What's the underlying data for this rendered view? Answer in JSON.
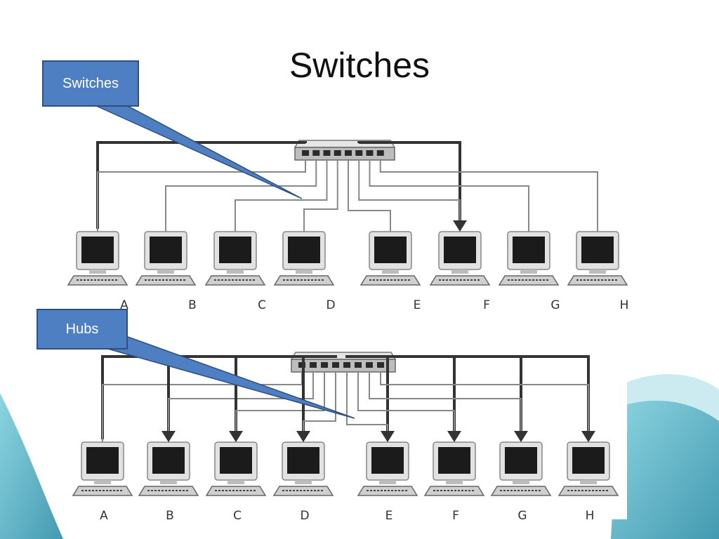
{
  "slide": {
    "title": "Switches",
    "callouts": {
      "switches": "Switches",
      "hubs": "Hubs"
    }
  },
  "diagrams": [
    {
      "id": "switch-diagram",
      "labels": [
        "A",
        "B",
        "C",
        "D",
        "E",
        "F",
        "G",
        "H"
      ]
    },
    {
      "id": "hub-diagram",
      "labels": [
        "A",
        "B",
        "C",
        "D",
        "E",
        "F",
        "G",
        "H"
      ]
    }
  ],
  "colors": {
    "callout_fill": "#4f7fc3",
    "callout_border": "#2f4f7f",
    "wave": "#5bb3c8"
  },
  "icons": {
    "computer": "computer-icon",
    "network_device": "network-device-icon"
  }
}
